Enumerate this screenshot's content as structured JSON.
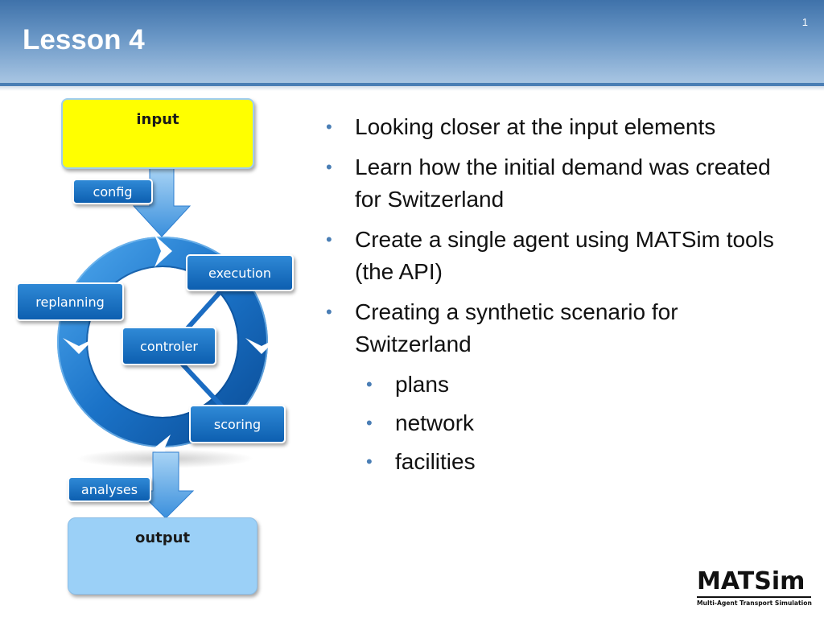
{
  "slide": {
    "title": "Lesson 4",
    "number": "1"
  },
  "diagram": {
    "input_label": "input",
    "config_label": "config",
    "execution_label": "execution",
    "replanning_label": "replanning",
    "controler_label": "controler",
    "scoring_label": "scoring",
    "analyses_label": "analyses",
    "output_label": "output",
    "colors": {
      "input_fill": "#ffff00",
      "output_fill": "#9bd0f7",
      "ring": "#1a6fc4",
      "node": "#0d5fb0"
    }
  },
  "bullets": [
    {
      "text": "Looking closer at the input elements"
    },
    {
      "text": "Learn how the initial demand was created for Switzerland"
    },
    {
      "text": "Create a single agent using MATSim tools (the API)"
    },
    {
      "text": "Creating a synthetic scenario for Switzerland"
    }
  ],
  "sub_bullets": [
    {
      "text": "plans"
    },
    {
      "text": "network"
    },
    {
      "text": "facilities"
    }
  ],
  "logo": {
    "name": "MATSim",
    "tagline": "Multi-Agent Transport Simulation"
  }
}
